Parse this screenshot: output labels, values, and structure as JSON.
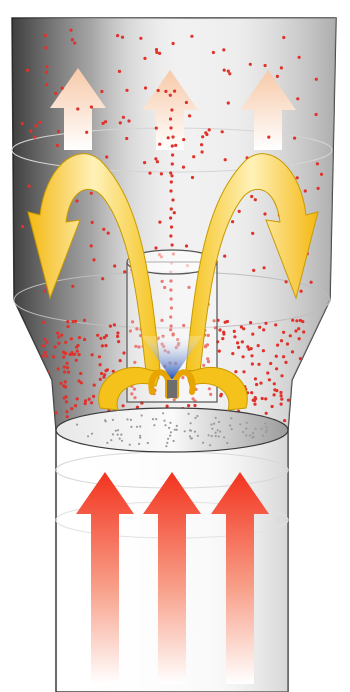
{
  "diagram": {
    "colors": {
      "background": "#ffffff",
      "vessel_outline": "#3a3a3a",
      "vessel_shade": "#1e1e1e",
      "particle": "#e0322b",
      "inlet_arrow": "#f2331e",
      "outlet_arrow": "#f7c9a8",
      "circulation_arrow": "#f4c21a",
      "circulation_arrow_light": "#fff1b8",
      "spray_nozzle": "#1f4fb5",
      "distributor_plate": "#c8c8c8"
    },
    "icons": {
      "inlet_arrows": "up-arrow",
      "outlet_arrows": "up-arrow",
      "circulation_arrows": "curved-arrow",
      "spray": "cone-spray"
    },
    "inlet_arrow_count": 3,
    "outlet_arrow_count": 3,
    "circulation_arrow_count": 2
  }
}
